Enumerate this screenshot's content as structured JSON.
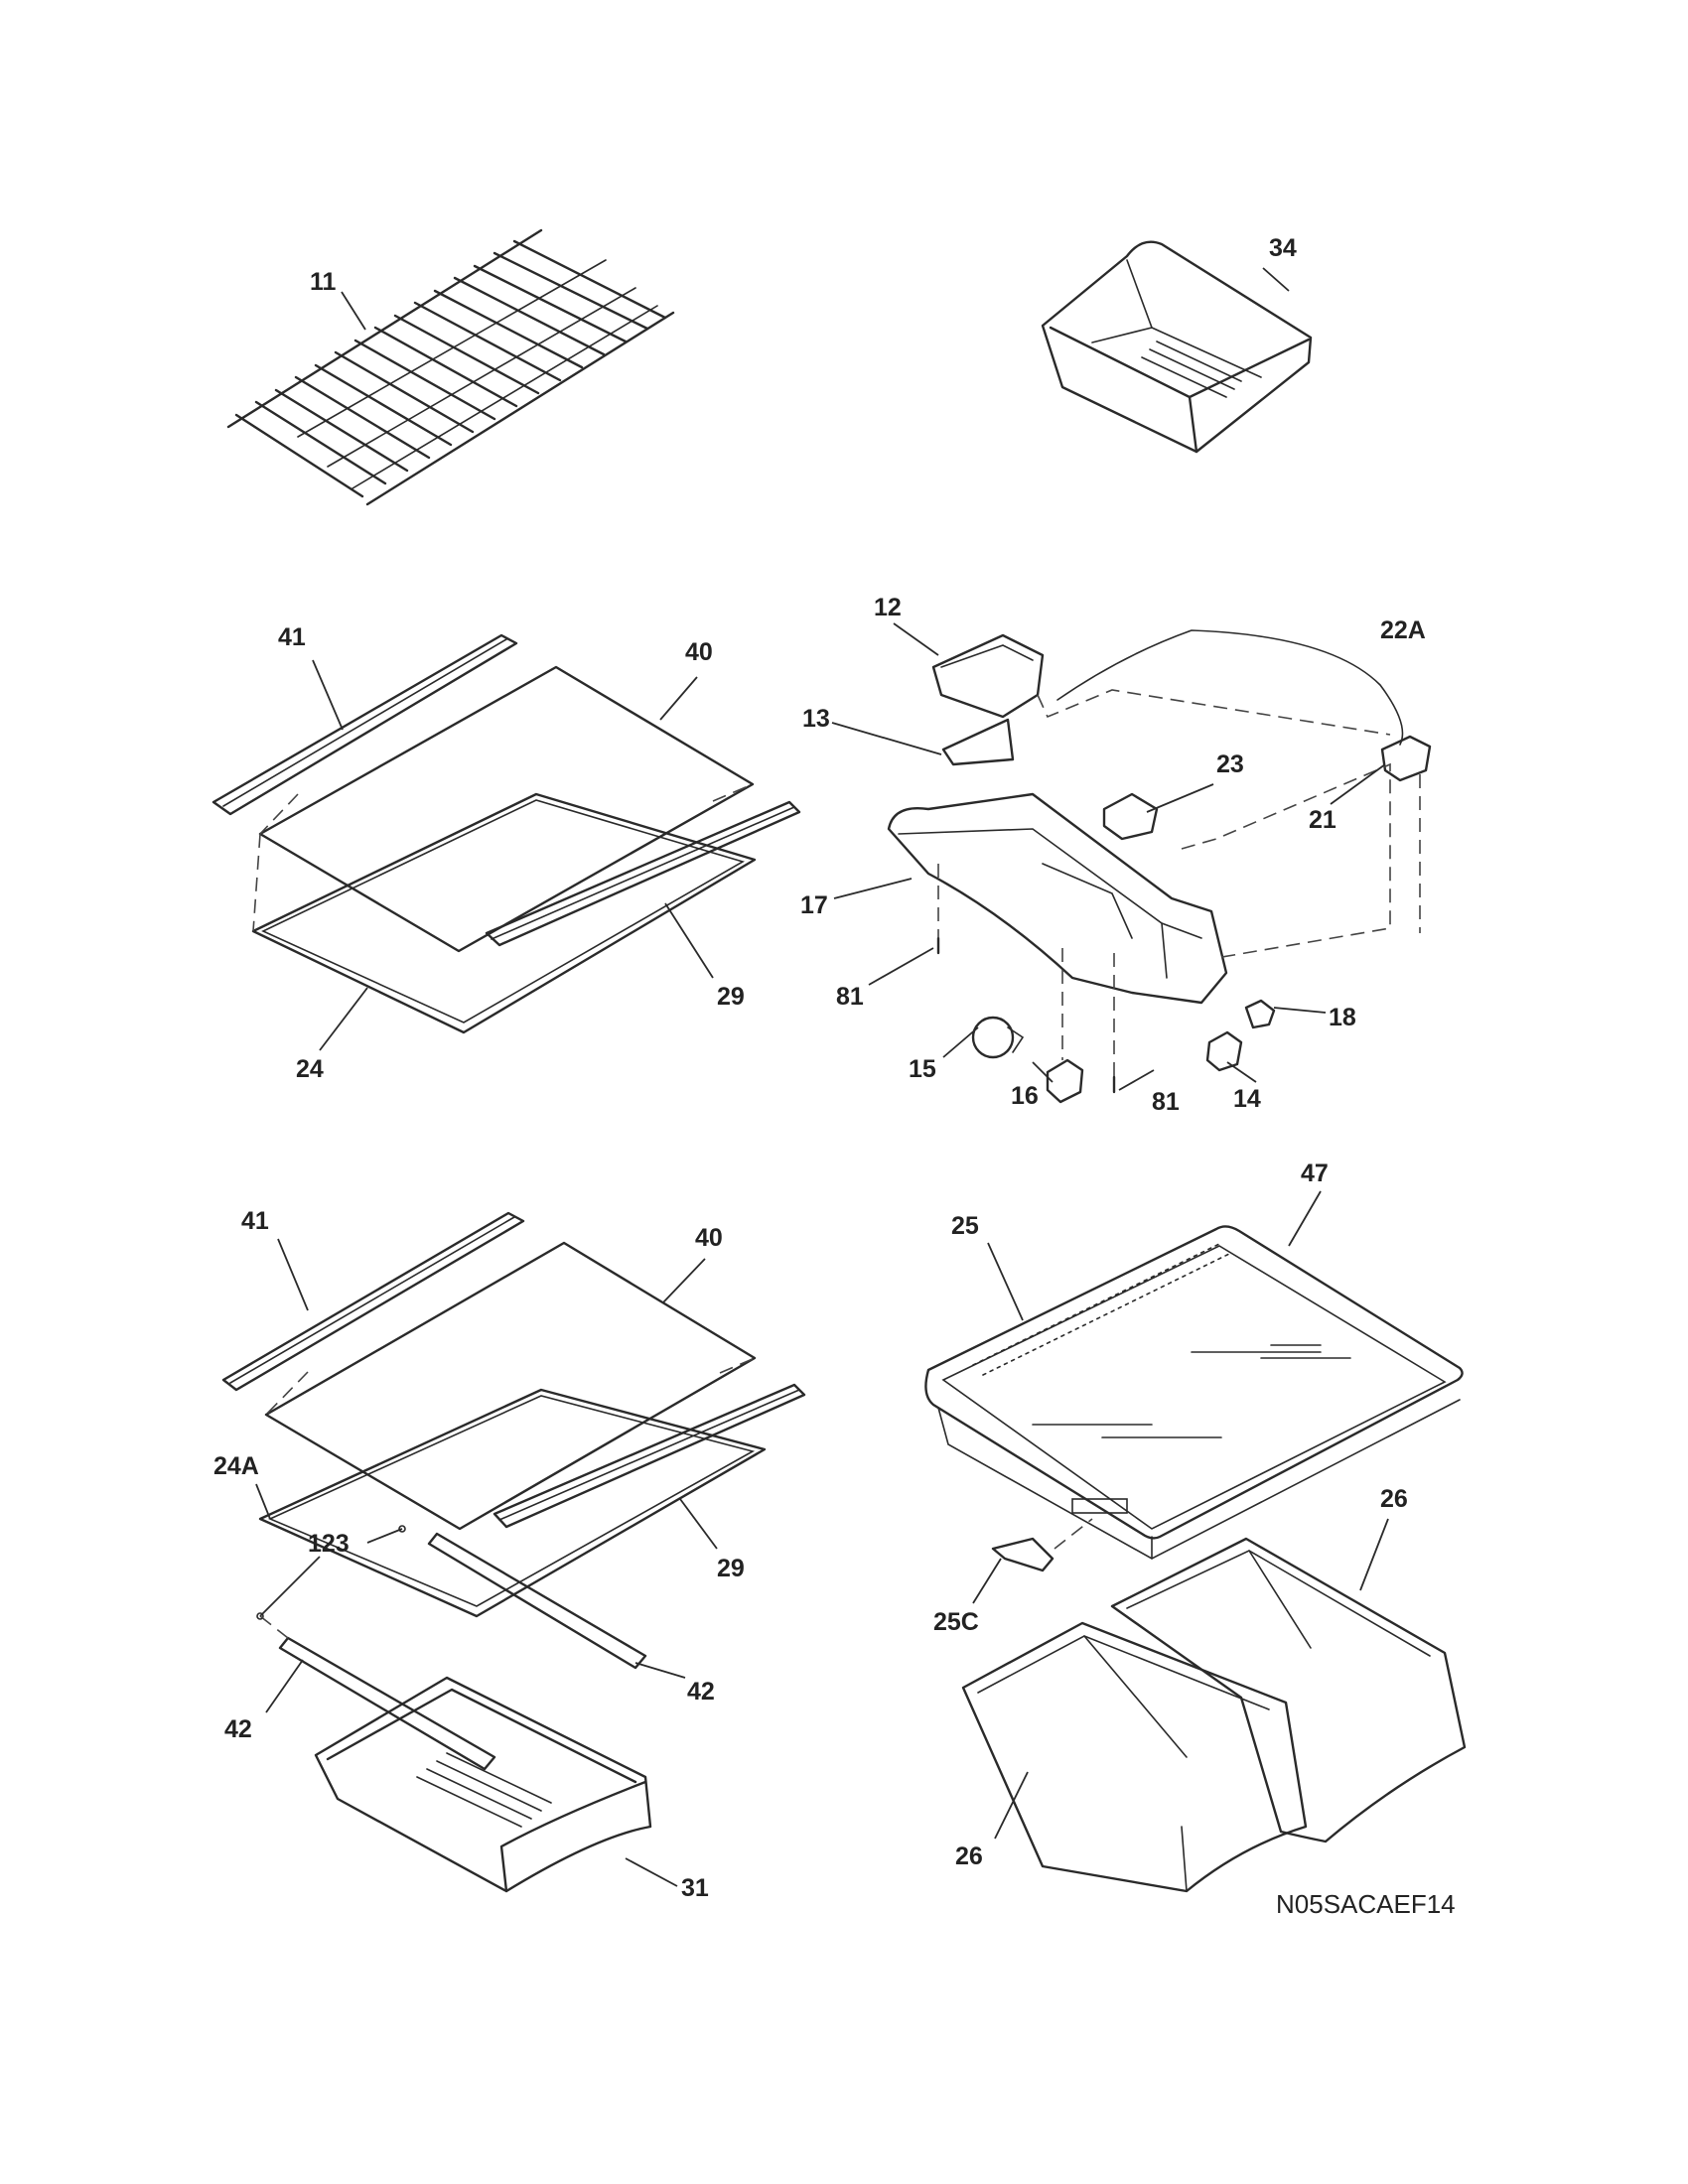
{
  "figure_code": "N05SACAEF14",
  "labels": {
    "l11": "11",
    "l34": "34",
    "l41a": "41",
    "l40a": "40",
    "l29a": "29",
    "l24": "24",
    "l12": "12",
    "l22a": "22A",
    "l13": "13",
    "l23": "23",
    "l21": "21",
    "l17": "17",
    "l81a": "81",
    "l15": "15",
    "l16": "16",
    "l81b": "81",
    "l14": "14",
    "l18": "18",
    "l41b": "41",
    "l40b": "40",
    "l24a": "24A",
    "l123": "123",
    "l29b": "29",
    "l42a": "42",
    "l42b": "42",
    "l31": "31",
    "l47": "47",
    "l25": "25",
    "l26a": "26",
    "l25c": "25C",
    "l26b": "26"
  }
}
